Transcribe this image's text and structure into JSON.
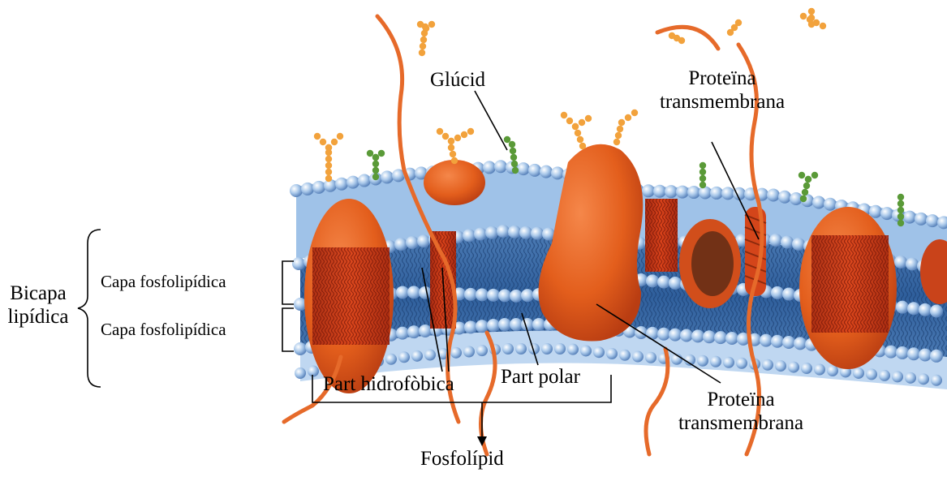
{
  "labels": {
    "bicapa": [
      "Bicapa",
      "lipídica"
    ],
    "capa_top": "Capa fosfolipídica",
    "capa_bottom": "Capa fosfolipídica",
    "glucid": "Glúcid",
    "protein_top": [
      "Proteïna",
      "transmembrana"
    ],
    "protein_bottom": [
      "Proteïna",
      "transmembrana"
    ],
    "part_hidrofobica": "Part hidrofòbica",
    "part_polar": "Part polar",
    "fosfolipid": "Fosfolípid"
  },
  "colors": {
    "head_blue": "#8fb6e0",
    "tail_blue": "#3d6aa3",
    "protein_orange": "#e8621f",
    "protein_red": "#c8321a",
    "glycan_orange": "#f2a23c",
    "glycan_green": "#5a9a38"
  }
}
